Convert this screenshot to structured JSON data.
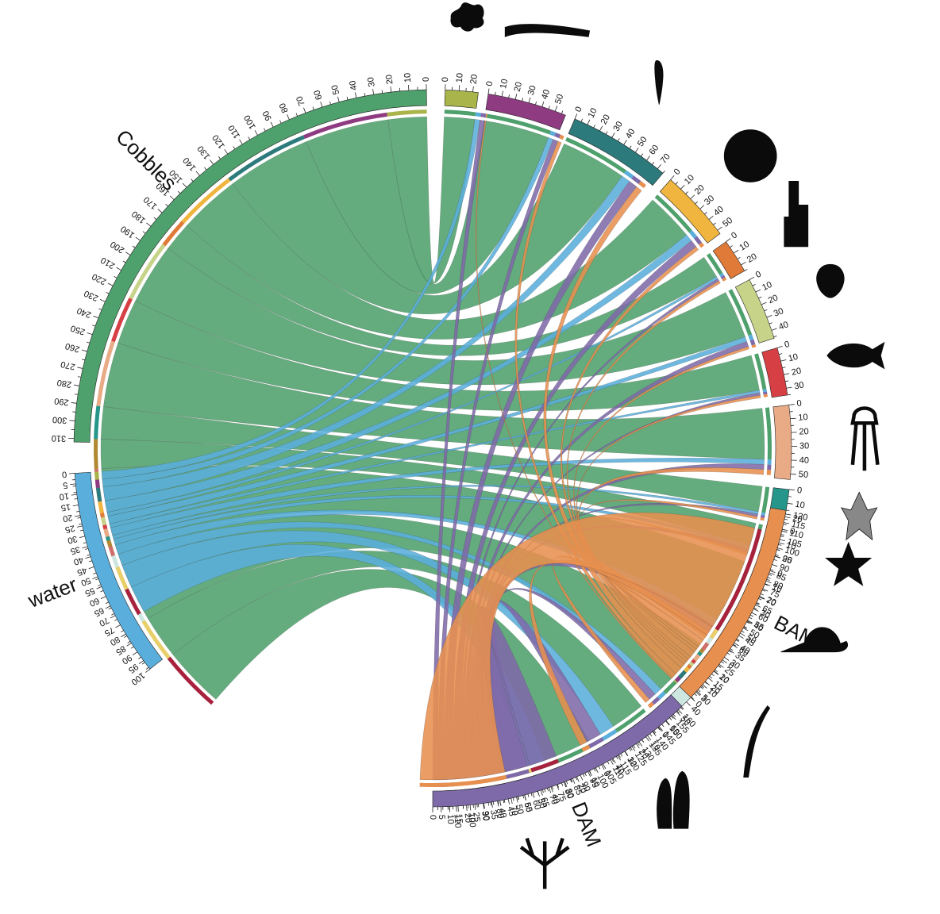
{
  "chart_data": {
    "type": "chord",
    "title": "",
    "sources": [
      {
        "name": "Cobbles",
        "color": "#4ea06c",
        "total": 312,
        "tick_step": 10,
        "links": [
          24,
          52,
          52,
          38,
          18,
          38,
          28,
          40,
          20,
          18,
          50,
          47,
          27,
          38
        ]
      },
      {
        "name": "water",
        "color": "#5aaedb",
        "total": 100,
        "tick_step": 5,
        "links": [
          4,
          4,
          7,
          6,
          2,
          4,
          2,
          4,
          2,
          3,
          5,
          6,
          12,
          14
        ]
      },
      {
        "name": "DAM",
        "color": "#7e6aa8",
        "total": 163,
        "tick_step": 5,
        "links": [
          4,
          4,
          7,
          6,
          2,
          4,
          2,
          4,
          2,
          3,
          7,
          6,
          12,
          18
        ]
      },
      {
        "name": "BAM",
        "color": "#e78f4f",
        "total": 122,
        "tick_step": 5,
        "links": [
          1,
          3,
          5,
          3,
          2,
          2,
          2,
          4,
          2,
          2,
          5,
          4,
          6,
          67
        ]
      }
    ],
    "targets": [
      {
        "id": "amoeba",
        "color": "#a9b54a",
        "total": 24,
        "tick_step": 10,
        "icon": "amoeba-icon"
      },
      {
        "id": "nemertean",
        "color": "#8f3b82",
        "total": 58,
        "tick_step": 10,
        "icon": "ribbon-worm-icon"
      },
      {
        "id": "copepod",
        "color": "#2c7a7c",
        "total": 75,
        "tick_step": 10,
        "icon": "copepod-icon"
      },
      {
        "id": "diatom",
        "color": "#f0b53e",
        "total": 53,
        "tick_step": 10,
        "icon": "diatom-icon"
      },
      {
        "id": "sponge",
        "color": "#e07a38",
        "total": 25,
        "tick_step": 10,
        "icon": "sponge-icon"
      },
      {
        "id": "flagellate",
        "color": "#c6d389",
        "total": 46,
        "tick_step": 10,
        "icon": "flagellate-icon"
      },
      {
        "id": "fish",
        "color": "#d64045",
        "total": 35,
        "tick_step": 10,
        "icon": "fish-icon"
      },
      {
        "id": "jellyfish",
        "color": "#e8ab86",
        "total": 54,
        "tick_step": 10,
        "icon": "jellyfish-icon"
      },
      {
        "id": "ctenophore",
        "color": "#26968a",
        "total": 22,
        "tick_step": 10,
        "icon": "dinoflagellate-icon"
      },
      {
        "id": "seastar",
        "color": "#b08930",
        "total": 24,
        "tick_step": 10,
        "icon": "seastar-icon"
      },
      {
        "id": "snail",
        "color": "#cf6e6a",
        "total": 66,
        "tick_step": 10,
        "icon": "snail-icon"
      },
      {
        "id": "kelp",
        "color": "#cde6e0",
        "total": 60,
        "tick_step": 10,
        "icon": "kelp-icon"
      },
      {
        "id": "tunicate",
        "color": "#e8cf6a",
        "total": 42,
        "tick_step": 10,
        "icon": "tunicate-icon"
      },
      {
        "id": "red-alga",
        "color": "#a8223e",
        "total": 118,
        "tick_step": 10,
        "icon": "red-alga-icon"
      }
    ],
    "legend": "none",
    "grid": false
  }
}
